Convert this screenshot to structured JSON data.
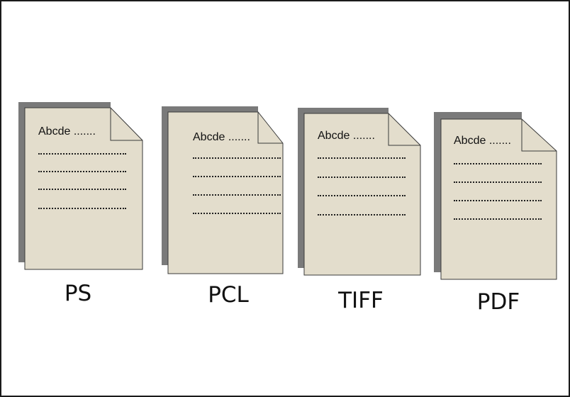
{
  "colors": {
    "page_fill": "#e3ddcc",
    "page_outline": "#3a3a3a",
    "shadow": "#7a7a7a",
    "frame": "#1a1a1a"
  },
  "documents": [
    {
      "heading": "Abcde .......",
      "label": "PS",
      "shape_icon": "document-page-icon"
    },
    {
      "heading": "Abcde .......",
      "label": "PCL",
      "shape_icon": "document-page-icon"
    },
    {
      "heading": "Abcde .......",
      "label": "TIFF",
      "shape_icon": "document-page-icon"
    },
    {
      "heading": "Abcde .......",
      "label": "PDF",
      "shape_icon": "document-page-icon"
    }
  ]
}
